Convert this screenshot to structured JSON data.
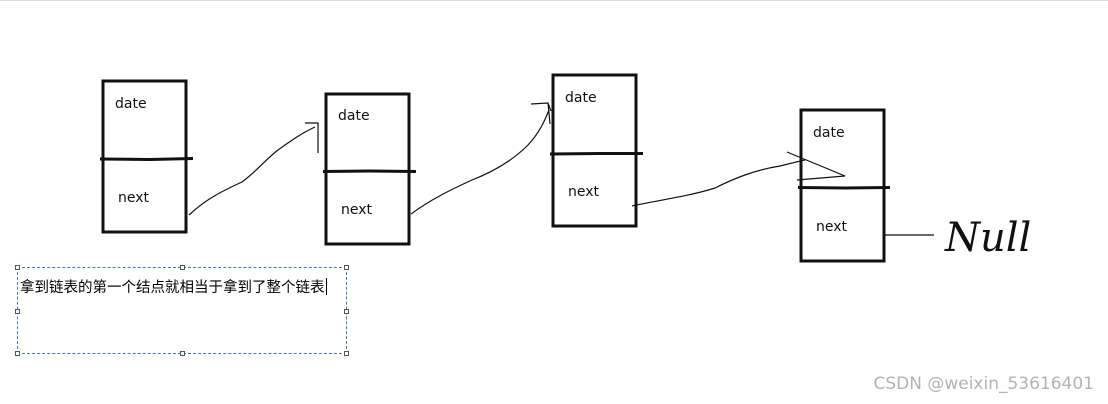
{
  "nodes": [
    {
      "data_label": "date",
      "next_label": "next"
    },
    {
      "data_label": "date",
      "next_label": "next"
    },
    {
      "data_label": "date",
      "next_label": "next"
    },
    {
      "data_label": "date",
      "next_label": "next"
    }
  ],
  "terminator": "Null",
  "textbox": {
    "text": "拿到链表的第一个结点就相当于拿到了整个链表"
  },
  "watermark": "CSDN @weixin_53616401",
  "colors": {
    "stroke": "#111111",
    "selection_border": "#3d7bc4",
    "watermark": "#b3b3b3"
  }
}
